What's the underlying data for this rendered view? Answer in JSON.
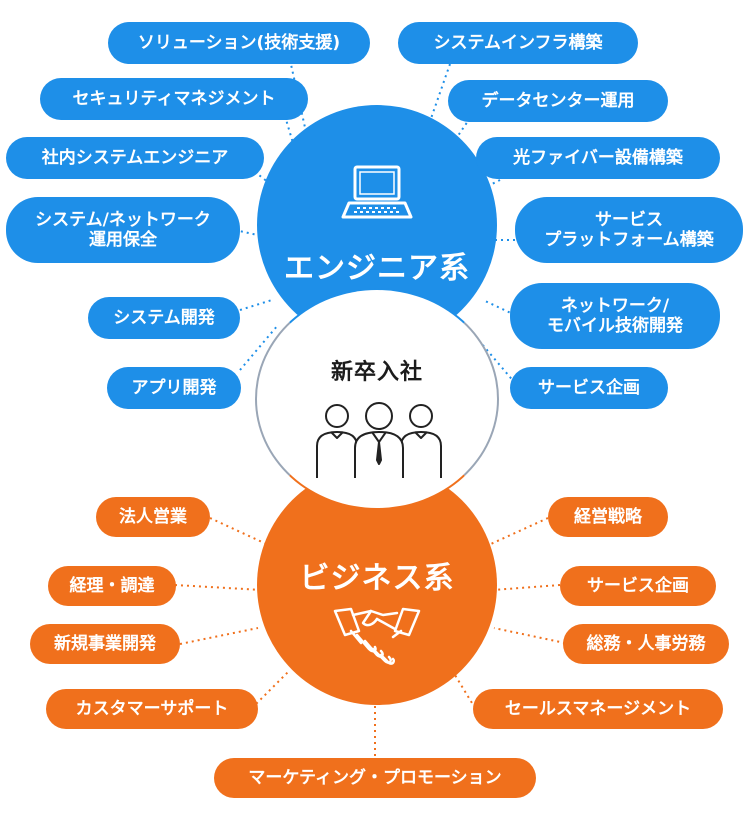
{
  "center": {
    "engineer": "エンジニア系",
    "newhire": "新卒入社",
    "business": "ビジネス系"
  },
  "engineer_roles": [
    "ソリューション(技術支援)",
    "セキュリティマネジメント",
    "社内システムエンジニア",
    "システム/ネットワーク\n運用保全",
    "システム開発",
    "アプリ開発",
    "システムインフラ構築",
    "データセンター運用",
    "光ファイバー設備構築",
    "サービス\nプラットフォーム構築",
    "ネットワーク/\nモバイル技術開発",
    "サービス企画"
  ],
  "business_roles": [
    "法人営業",
    "経理・調達",
    "新規事業開発",
    "カスタマーサポート",
    "経営戦略",
    "サービス企画",
    "総務・人事労務",
    "セールスマネージメント",
    "マーケティング・プロモーション"
  ],
  "colors": {
    "engineer": "#1e8fe8",
    "business": "#f0701c",
    "newhire_border": "#1e8fe8",
    "text_dark": "#1c1c1c"
  },
  "icons": {
    "engineer": "laptop-icon",
    "newhire": "people-icon",
    "business": "handshake-icon"
  }
}
